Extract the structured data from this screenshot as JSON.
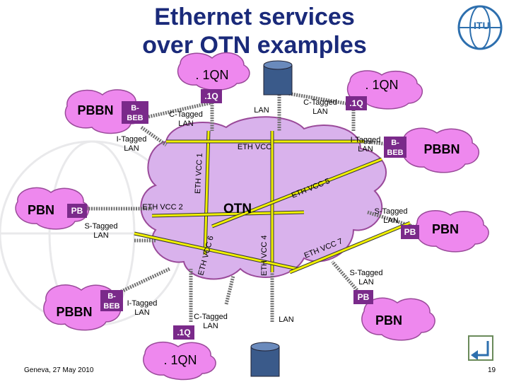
{
  "slide": {
    "title_line1": "Ethernet services",
    "title_line2": "over OTN examples",
    "footer_left": "Geneva, 27 May 2010",
    "page_number": "19",
    "logo_text": "ITU"
  },
  "colors": {
    "title": "#1a2a7a",
    "cloud_pink": "#ee88ee",
    "cloud_purple": "#9a4a9a",
    "otn_cloud": "#d9b2ec",
    "box_purple": "#7a2a8a",
    "vcc_yellow": "#f0f000",
    "line_gray": "#6f6f6f"
  },
  "clouds": {
    "qn_top_center": ". 1QN",
    "qn_top_right": ". 1QN",
    "qn_bottom": ". 1QN",
    "pbbn_top_left": "PBBN",
    "pbbn_right": "PBBN",
    "pbn_left": "PBN",
    "pbn_right": "PBN",
    "pbbn_bottom_left": "PBBN",
    "pbn_bottom_right": "PBN",
    "otn": "OTN"
  },
  "boxes": {
    "beb_top_left": [
      "B-",
      "BEB"
    ],
    "beb_right": [
      "B-",
      "BEB"
    ],
    "beb_bottom_left": [
      "B-",
      "BEB"
    ],
    "pb_left": "PB",
    "pb_right": "PB",
    "pb_bottom_right": "PB",
    "q1_top_center": ".1Q",
    "q1_top_right": ".1Q",
    "q1_bottom": ".1Q"
  },
  "lan_labels": {
    "c_tagged_top_left": [
      "C-Tagged",
      "LAN"
    ],
    "lan_top": "LAN",
    "c_tagged_top_right": [
      "C-Tagged",
      "LAN"
    ],
    "i_tagged_left": [
      "I-Tagged",
      "LAN"
    ],
    "i_tagged_right": [
      "I-Tagged",
      "LAN"
    ],
    "s_tagged_left": [
      "S-Tagged",
      "LAN"
    ],
    "s_tagged_right": [
      "S-Tagged",
      "LAN"
    ],
    "s_tagged_bottom_right": [
      "S-Tagged",
      "LAN"
    ],
    "i_tagged_bottom_left": [
      "I-Tagged",
      "LAN"
    ],
    "c_tagged_bottom": [
      "C-Tagged",
      "LAN"
    ],
    "lan_bottom": "LAN"
  },
  "vcc_labels": {
    "vcc1": "ETH VCC 1",
    "vcc2": "ETH VCC 2",
    "vcc3": "ETH VCC",
    "vcc4": "ETH VCC 4",
    "vcc5": "ETH VCC 5",
    "vcc6": "ETH VCC 6",
    "vcc7": "ETH VCC 7"
  }
}
